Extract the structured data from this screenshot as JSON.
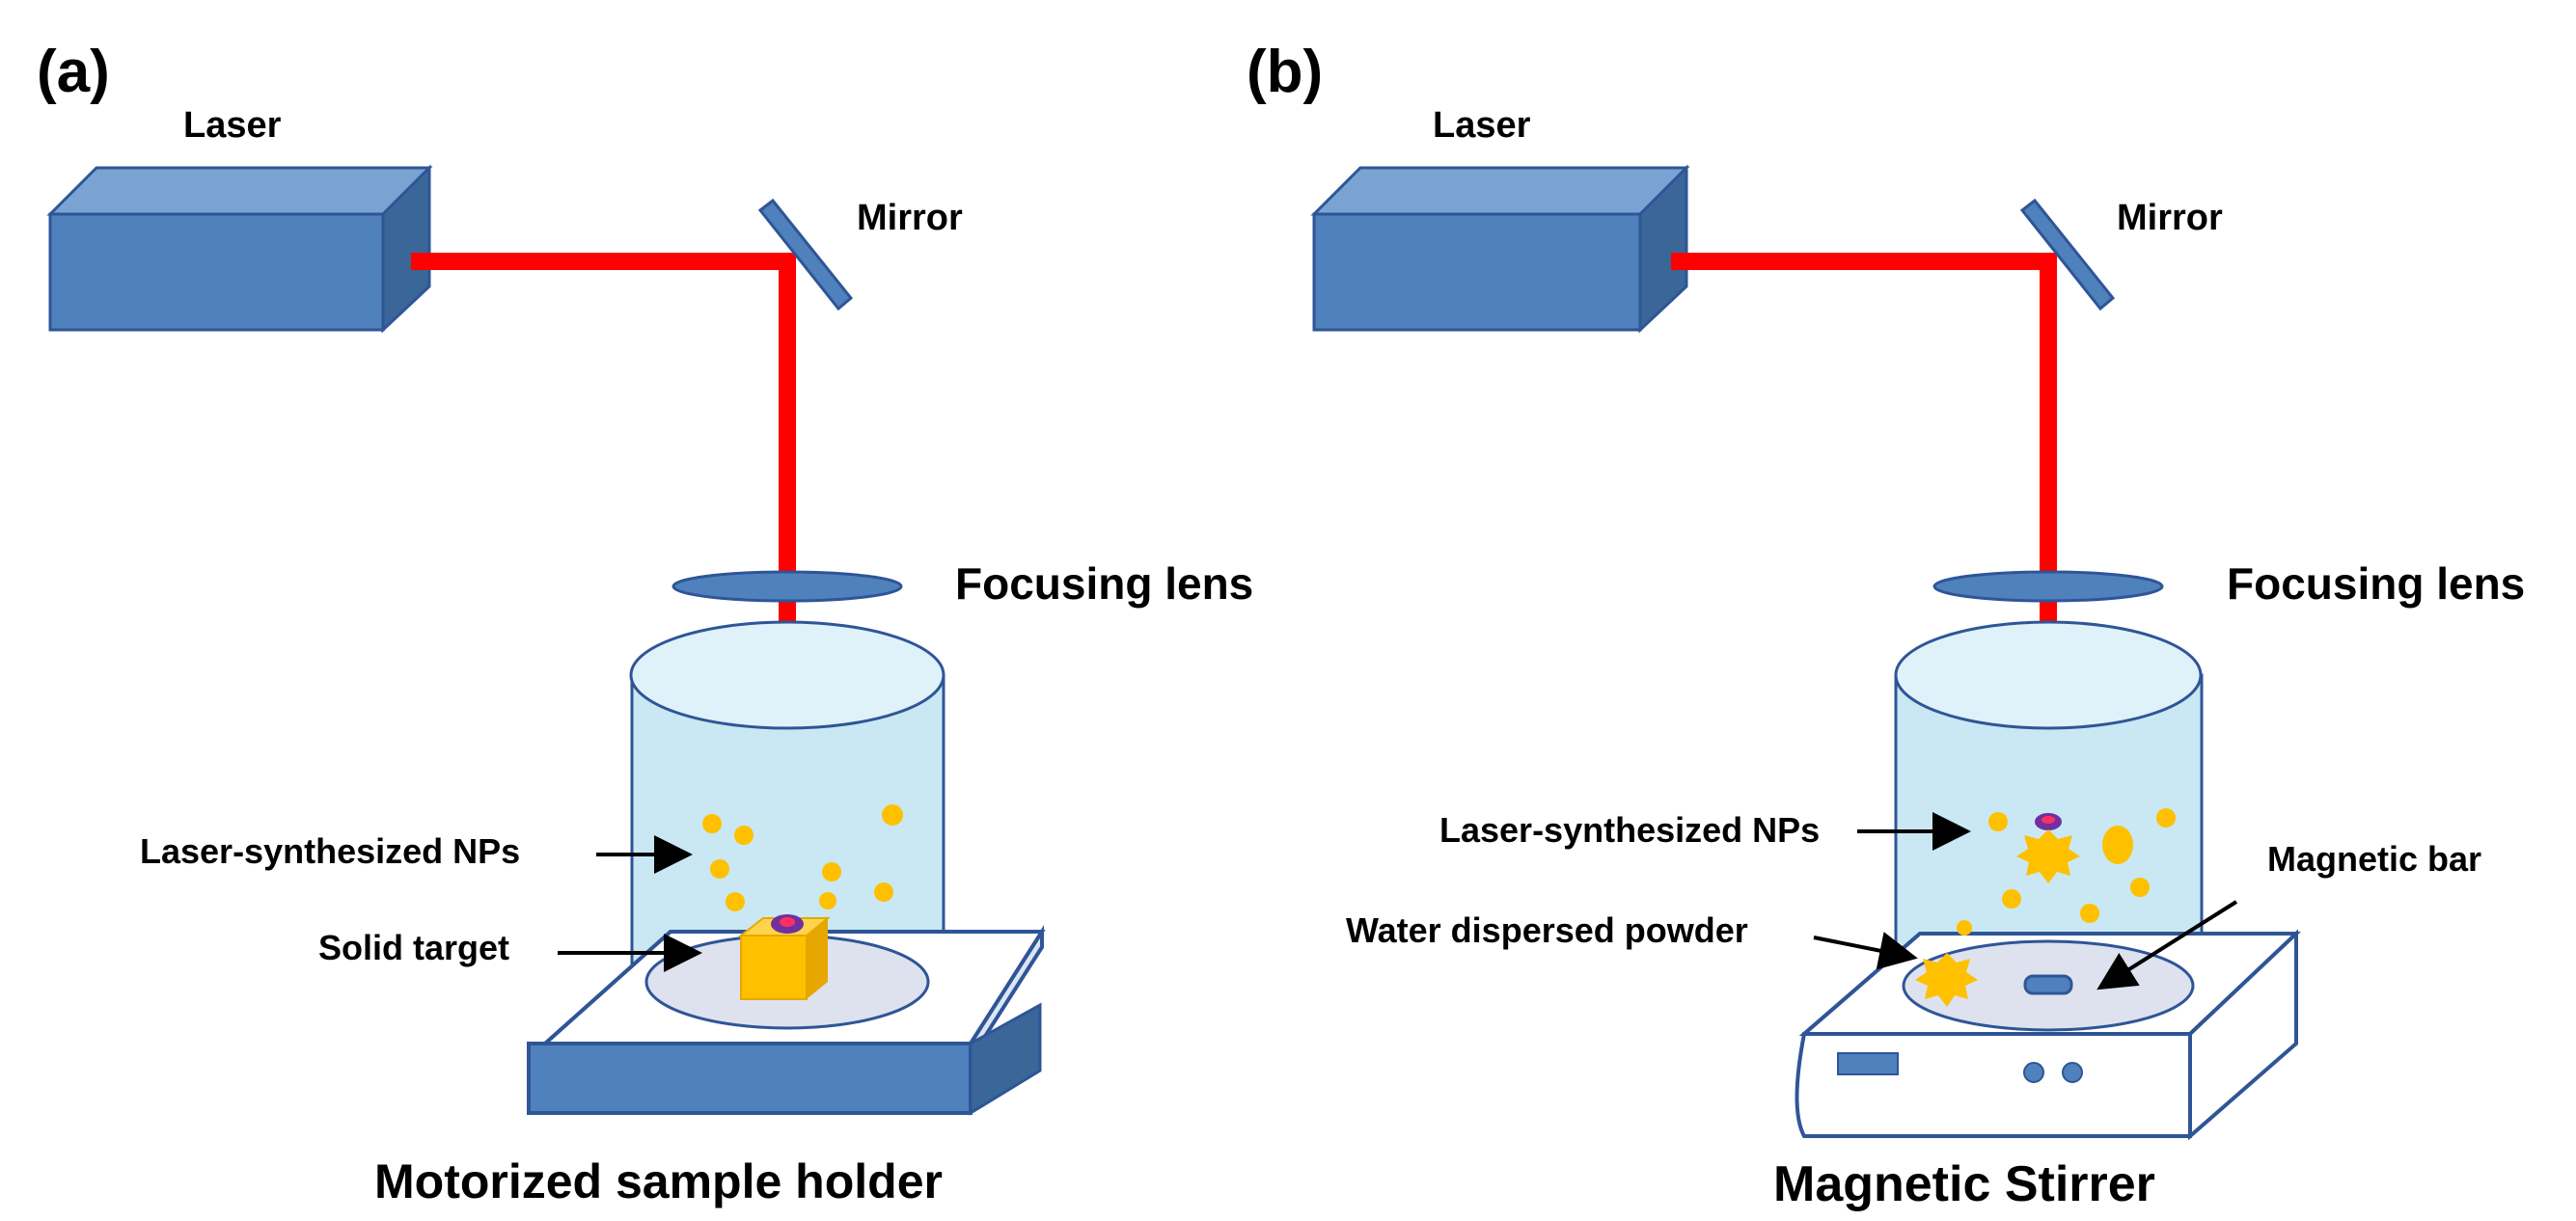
{
  "panels": [
    {
      "tag": "(a)",
      "laser": "Laser",
      "mirror": "Mirror",
      "lens": "Focusing lens",
      "nps": "Laser-synthesized NPs",
      "target": "Solid target",
      "caption": "Motorized sample holder"
    },
    {
      "tag": "(b)",
      "laser": "Laser",
      "mirror": "Mirror",
      "lens": "Focusing lens",
      "nps": "Laser-synthesized NPs",
      "bar": "Magnetic bar",
      "powder": "Water dispersed powder",
      "caption": "Magnetic Stirrer"
    }
  ],
  "colors": {
    "laser_box": "#4f81bd",
    "laser_box_dark": "#3a6698",
    "beam": "#ff0000",
    "beaker_fill": "#c9e8f3",
    "np": "#ffc000",
    "outline": "#2f5597"
  }
}
